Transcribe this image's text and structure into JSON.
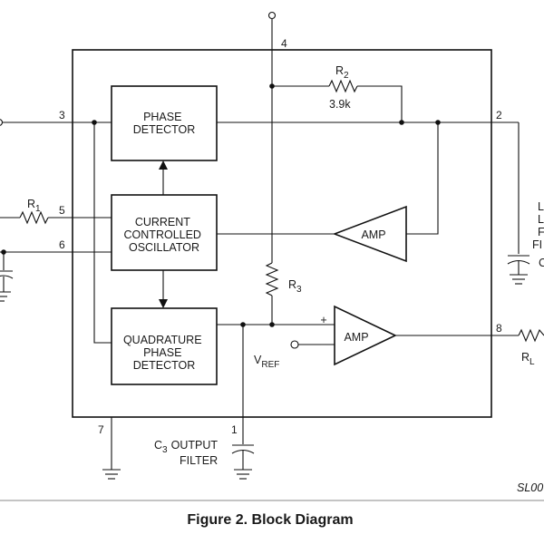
{
  "figure": {
    "caption": "Figure 2.  Block Diagram",
    "drawing_id": "SL00"
  },
  "blocks": {
    "phase_detector": [
      "PHASE",
      "DETECTOR"
    ],
    "cco": [
      "CURRENT",
      "CONTROLLED",
      "OSCILLATOR"
    ],
    "quadrature": [
      "QUADRATURE",
      "PHASE",
      "DETECTOR"
    ],
    "amp_upper": "AMP",
    "amp_lower": "AMP"
  },
  "pins": {
    "p1": "1",
    "p2": "2",
    "p3": "3",
    "p4": "4",
    "p5": "5",
    "p6": "6",
    "p7": "7",
    "p8": "8"
  },
  "components": {
    "r1": {
      "name": "R",
      "sub": "1"
    },
    "r2": {
      "name": "R",
      "sub": "2",
      "value": "3.9k"
    },
    "r3": {
      "name": "R",
      "sub": "3"
    },
    "rl": {
      "name": "R",
      "sub": "L"
    },
    "c3": {
      "name": "C",
      "sub": "3",
      "label": "OUTPUT",
      "label2": "FILTER"
    },
    "vref": {
      "name": "V",
      "sub": "REF"
    },
    "c_right": "C"
  },
  "amp_lower_inputs": {
    "plus": "+",
    "minus": "−"
  },
  "right_edge_label": [
    "L",
    "L",
    "F",
    "FI"
  ]
}
